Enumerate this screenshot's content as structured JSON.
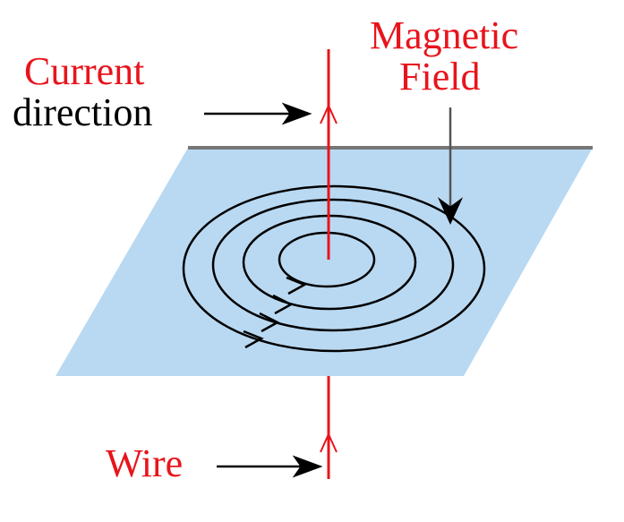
{
  "labels": {
    "current": "Current",
    "direction": "direction",
    "magnetic": "Magnetic",
    "field": "Field",
    "wire": "Wire"
  },
  "colors": {
    "wire": "#e8141c",
    "plane": "#b9d9f2",
    "field_lines": "#000000"
  }
}
